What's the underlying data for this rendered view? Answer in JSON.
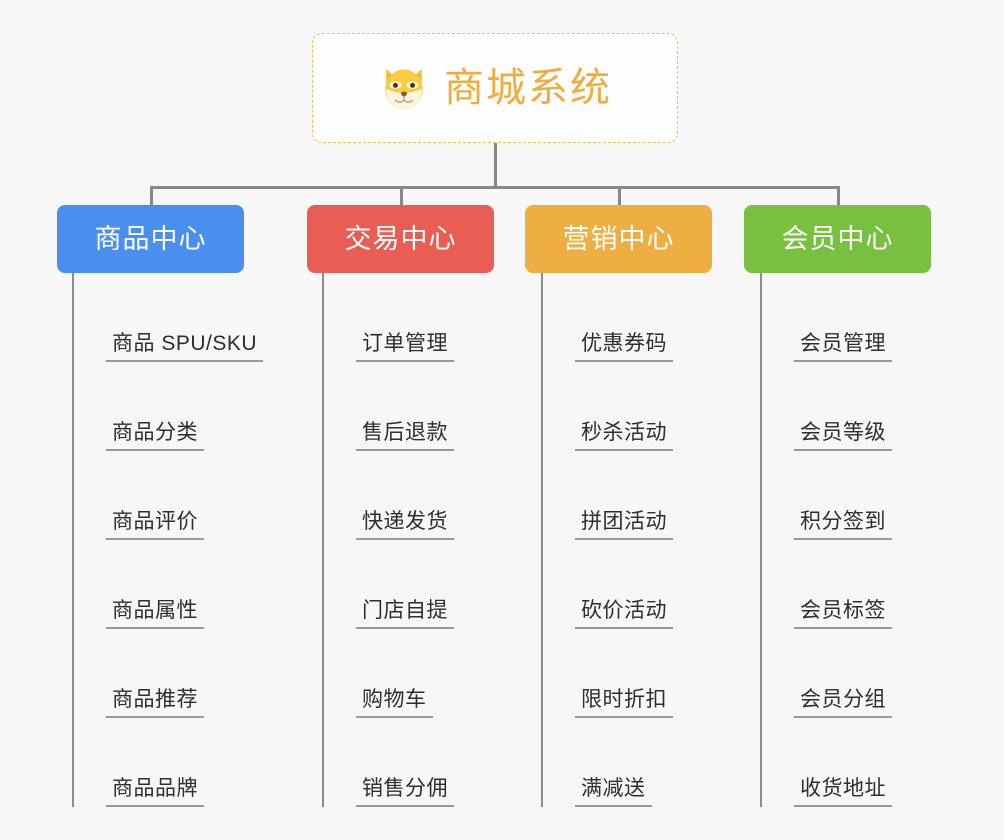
{
  "diagram": {
    "type": "tree",
    "background_color": "#f7f7f7",
    "line_color": "#888888"
  },
  "root": {
    "title": "商城系统",
    "icon": "shiba-dog-face-icon",
    "text_color": "#f0ad3e",
    "border_color": "#f0c05a",
    "background_color": "#fefefe"
  },
  "columns": [
    {
      "label": "商品中心",
      "color": "#4a8ef0",
      "items": [
        "商品 SPU/SKU",
        "商品分类",
        "商品评价",
        "商品属性",
        "商品推荐",
        "商品品牌"
      ]
    },
    {
      "label": "交易中心",
      "color": "#e95d55",
      "items": [
        "订单管理",
        "售后退款",
        "快递发货",
        "门店自提",
        "购物车",
        "销售分佣"
      ]
    },
    {
      "label": "营销中心",
      "color": "#eeae41",
      "items": [
        "优惠券码",
        "秒杀活动",
        "拼团活动",
        "砍价活动",
        "限时折扣",
        "满减送"
      ]
    },
    {
      "label": "会员中心",
      "color": "#78c040",
      "items": [
        "会员管理",
        "会员等级",
        "积分签到",
        "会员标签",
        "会员分组",
        "收货地址"
      ]
    }
  ]
}
